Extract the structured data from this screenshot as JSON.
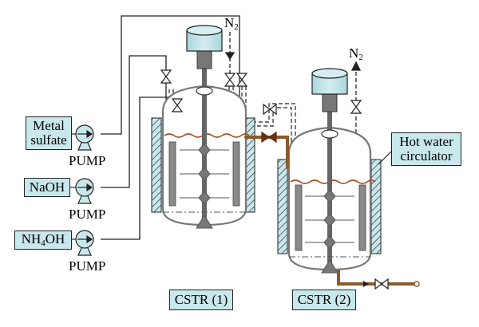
{
  "feeds": [
    {
      "name": "metal-sulfate",
      "label_line1": "Metal",
      "label_line2": "sulfate",
      "pump_label": "PUMP"
    },
    {
      "name": "naoh",
      "label": "NaOH",
      "pump_label": "PUMP"
    },
    {
      "name": "nh4oh",
      "label_main": "NH",
      "label_sub": "4",
      "label_tail": "OH",
      "pump_label": "PUMP"
    }
  ],
  "gas_labels": {
    "reactor1": {
      "main": "N",
      "sub": "2"
    },
    "reactor2": {
      "main": "N",
      "sub": "2"
    }
  },
  "hot_water": {
    "line1": "Hot water",
    "line2": "circulator"
  },
  "reactors": [
    {
      "label": "CSTR (1)"
    },
    {
      "label": "CSTR (2)"
    }
  ],
  "colors": {
    "fill_light": "#c8e8ec",
    "stroke": "#222222",
    "vessel": "#555555",
    "jacket": "#9b9b9b",
    "overflow_pipe": "#8b5a2b",
    "liquid_surface": "#a0522d"
  }
}
